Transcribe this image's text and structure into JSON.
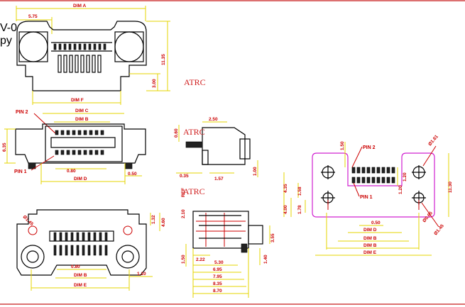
{
  "labels": {
    "side_top": "V-0",
    "side_bottom": "py",
    "watermark": "ATRC",
    "dim_a": "DIM A",
    "dim_b": "DIM B",
    "dim_c": "DIM C",
    "dim_d": "DIM D",
    "dim_e": "DIM E",
    "dim_f": "DIM F",
    "pin1": "PIN 1",
    "pin2": "PIN 2",
    "ref": "REF"
  },
  "dims": {
    "v575": "5.75",
    "v1135": "11.35",
    "v300": "3.00",
    "v635": "6.35",
    "v080": "0.80",
    "v050": "0.50",
    "v060": "0.60",
    "v250": "2.50",
    "v035": "0.35",
    "v157": "1.57",
    "v100": "1.00",
    "v132": "1.32",
    "v460": "4.60",
    "v110": "1.10",
    "v210": "2.10",
    "v150": "1.50",
    "v222": "2.22",
    "v530": "5.30",
    "v695": "6.95",
    "v795": "7.95",
    "v835": "8.35",
    "v870": "8.70",
    "v355": "3.55",
    "v140": "1.40",
    "v435": "4.35",
    "v400": "4.00",
    "v158": "1.58",
    "v178": "1.78",
    "v120": "1.20",
    "v1130": "11.30",
    "dia61": "Ø1.61",
    "dia65": "Ø0.65",
    "dia145": "Ø1.45"
  }
}
